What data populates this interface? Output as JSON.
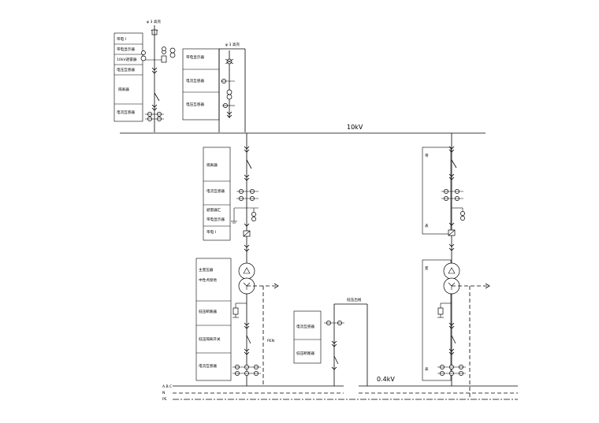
{
  "top_left_panel": {
    "top_label": "φ 3 高壳",
    "labels": [
      "带电 Ⅰ",
      "带电显示器",
      "10kV避雷器",
      "电压互感器",
      "隔离器",
      "电流互感器"
    ]
  },
  "top_mid_panel": {
    "top_label": "φ 3 高壳",
    "labels": [
      "带电显示器",
      "电流互感器",
      "电压互感器"
    ]
  },
  "hv_bus_label": "10kV",
  "lv_bus_label": "0.4kV",
  "mid_left_panel": {
    "labels": [
      "隔离器",
      "电流互感器",
      "避雷器汇",
      "带电显示器",
      "带电 Ⅰ"
    ]
  },
  "right_panel_top": {
    "labels": [
      "带",
      "表"
    ]
  },
  "transformer_left_labels": [
    "主变压器",
    "中性点接地"
  ],
  "lower_left_panel": {
    "labels": [
      "低压断路器",
      "低压隔离开关",
      "电流互感器"
    ]
  },
  "pen_label": "PEN",
  "lv_feeder": {
    "top_label": "低压出线",
    "labels": [
      "电流互感器",
      "低压断路器"
    ]
  },
  "right_panel_bottom": {
    "labels": [
      "变",
      "表"
    ]
  },
  "lv_line_labels": [
    "A.B.C",
    "N",
    "PE"
  ]
}
